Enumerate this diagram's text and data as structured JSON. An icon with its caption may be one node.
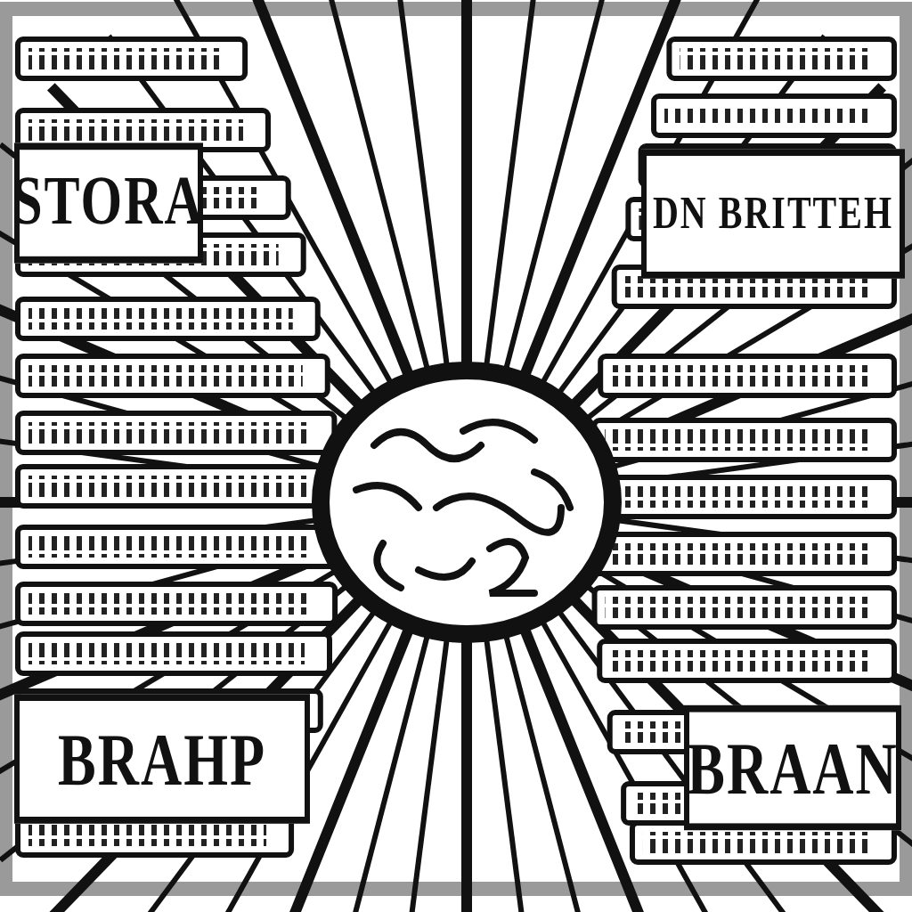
{
  "diagram": {
    "labels": [
      "STORA",
      "DN BRITTEH",
      "BRAHP",
      "BRAAN"
    ]
  }
}
